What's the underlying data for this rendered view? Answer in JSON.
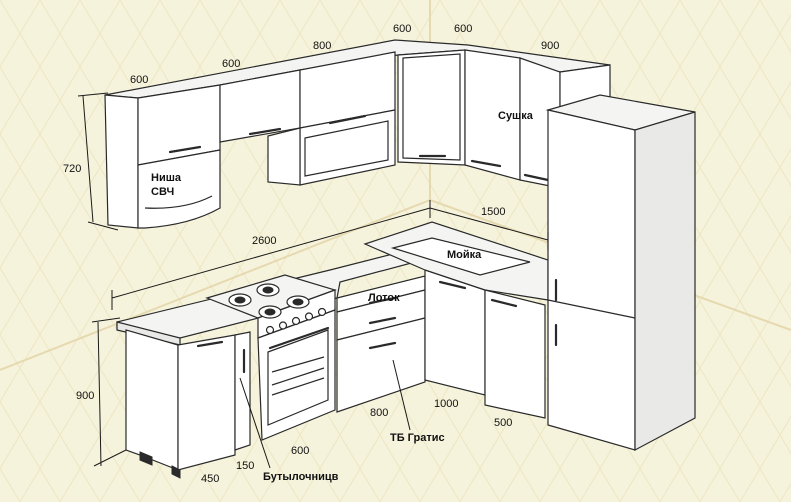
{
  "dimensions": {
    "upper_1": "600",
    "upper_2": "600",
    "upper_3": "800",
    "upper_4": "600",
    "upper_5": "600",
    "upper_6": "900",
    "upper_height": "720",
    "base_height": "900",
    "run_long": "2600",
    "run_short": "1500",
    "base_depth": "450",
    "bottle_rack": "150",
    "stove": "600",
    "drawers": "800",
    "corner": "1000",
    "dishwasher": "500"
  },
  "labels": {
    "microwave_niche": [
      "Ниша",
      "СВЧ"
    ],
    "dryer": "Сушка",
    "sink": "Мойка",
    "tray": "Лоток",
    "dishwasher": "ТБ Гратис",
    "bottle_rack": "Бутылочницв"
  },
  "colors": {
    "background": "#f6f3dc",
    "lines": "#2a2a2a"
  }
}
